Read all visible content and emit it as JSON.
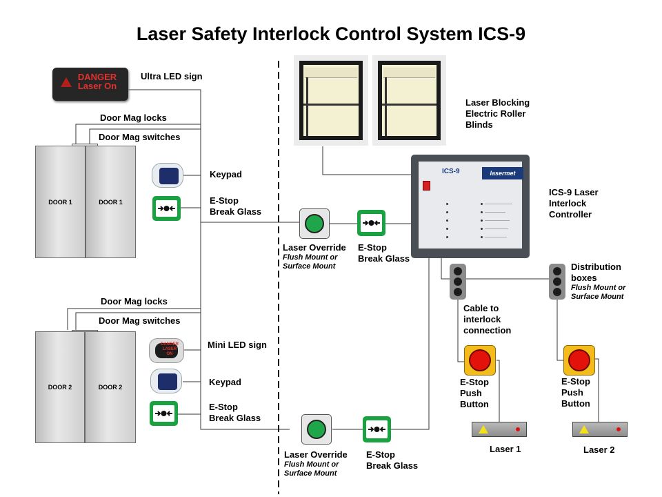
{
  "title": "Laser Safety Interlock Control System ICS-9",
  "left_section": {
    "ultra_led_sign": {
      "label": "Ultra LED sign",
      "sign_text": "DANGER\nLaser On"
    },
    "door1": {
      "mag_locks_label": "Door Mag locks",
      "mag_switches_label": "Door Mag switches",
      "leaf_left": "DOOR 1",
      "leaf_right": "DOOR 1"
    },
    "door1_keypad_label": "Keypad",
    "door1_estop_label": "E-Stop\nBreak Glass",
    "door2": {
      "mag_locks_label": "Door Mag locks",
      "mag_switches_label": "Door Mag switches",
      "leaf_left": "DOOR 2",
      "leaf_right": "DOOR 2"
    },
    "mini_led_sign": {
      "label": "Mini LED sign",
      "sign_text": "DANGER\nLASER ON"
    },
    "door2_keypad_label": "Keypad",
    "door2_estop_label": "E-Stop\nBreak Glass"
  },
  "middle_section": {
    "override_top": {
      "label": "Laser Override",
      "sub": "Flush Mount or\nSurface Mount"
    },
    "estop_top_label": "E-Stop\nBreak Glass",
    "override_bottom": {
      "label": "Laser Override",
      "sub": "Flush Mount or\nSurface Mount"
    },
    "estop_bottom_label": "E-Stop\nBreak Glass"
  },
  "right_section": {
    "blinds_label": "Laser Blocking\nElectric Roller\nBlinds",
    "controller": {
      "label": "ICS-9 Laser\nInterlock\nController",
      "model_text": "ICS-9",
      "brand_text": "lasermet"
    },
    "distribution_label": "Distribution\nboxes",
    "distribution_sub": "Flush Mount or\nSurface Mount",
    "cable_label": "Cable to\ninterlock\nconnection",
    "estop_push_1_label": "E-Stop\nPush\nButton",
    "estop_push_2_label": "E-Stop\nPush\nButton",
    "laser1_label": "Laser 1",
    "laser2_label": "Laser 2"
  },
  "colors": {
    "wire": "#333333",
    "break_glass_green": "#1aa142",
    "override_button_green": "#1fa64a",
    "estop_red": "#e3120b",
    "estop_yellow": "#f3bc1a",
    "sign_red": "#e0322e"
  }
}
